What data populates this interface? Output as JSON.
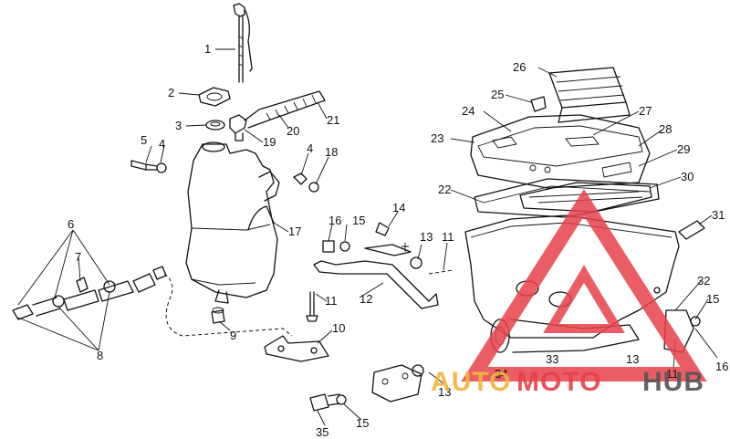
{
  "diagram": {
    "labels": [
      "1",
      "2",
      "3",
      "4",
      "5",
      "4",
      "18",
      "19",
      "20",
      "21",
      "6",
      "7",
      "8",
      "9",
      "10",
      "11",
      "12",
      "13",
      "14",
      "15",
      "16",
      "17",
      "11",
      "22",
      "23",
      "24",
      "25",
      "26",
      "27",
      "28",
      "29",
      "30",
      "31",
      "32",
      "15",
      "16",
      "11",
      "13",
      "33",
      "34",
      "13",
      "35",
      "15"
    ]
  },
  "watermark": {
    "text_left": "AUTO",
    "text_mid": "MOTO",
    "text_right": "HUB",
    "color_primary": "#e8414b",
    "color_secondary": "#f2b43c",
    "color_dark": "#555555"
  }
}
